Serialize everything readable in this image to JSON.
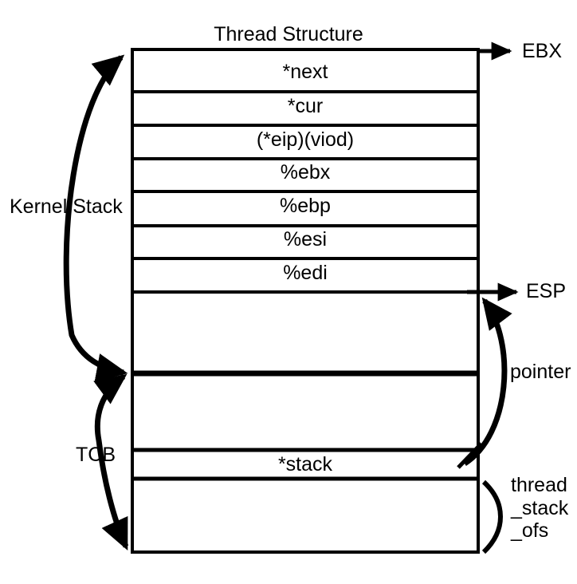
{
  "diagram": {
    "title": "Thread Structure",
    "rows": [
      {
        "label": "*next",
        "name": "row-next"
      },
      {
        "label": "*cur",
        "name": "row-cur"
      },
      {
        "label": "(*eip)(viod)",
        "name": "row-eip"
      },
      {
        "label": "%ebx",
        "name": "row-ebx"
      },
      {
        "label": "%ebp",
        "name": "row-ebp"
      },
      {
        "label": "%esi",
        "name": "row-esi"
      },
      {
        "label": "%edi",
        "name": "row-edi"
      },
      {
        "label": "",
        "name": "row-empty-upper"
      },
      {
        "label": "",
        "name": "row-empty-middle"
      },
      {
        "label": "*stack",
        "name": "row-stack"
      },
      {
        "label": "",
        "name": "row-empty-lower"
      }
    ],
    "annotations": {
      "kernel_stack": "Kernel Stack",
      "tcb": "TCB",
      "ebx": "EBX",
      "esp": "ESP",
      "pointer": "pointer",
      "thread_stack_ofs_line1": "thread",
      "thread_stack_ofs_line2": "_stack",
      "thread_stack_ofs_line3": "_ofs"
    },
    "colors": {
      "stroke": "#000000",
      "background": "#ffffff",
      "text": "#000000"
    }
  }
}
